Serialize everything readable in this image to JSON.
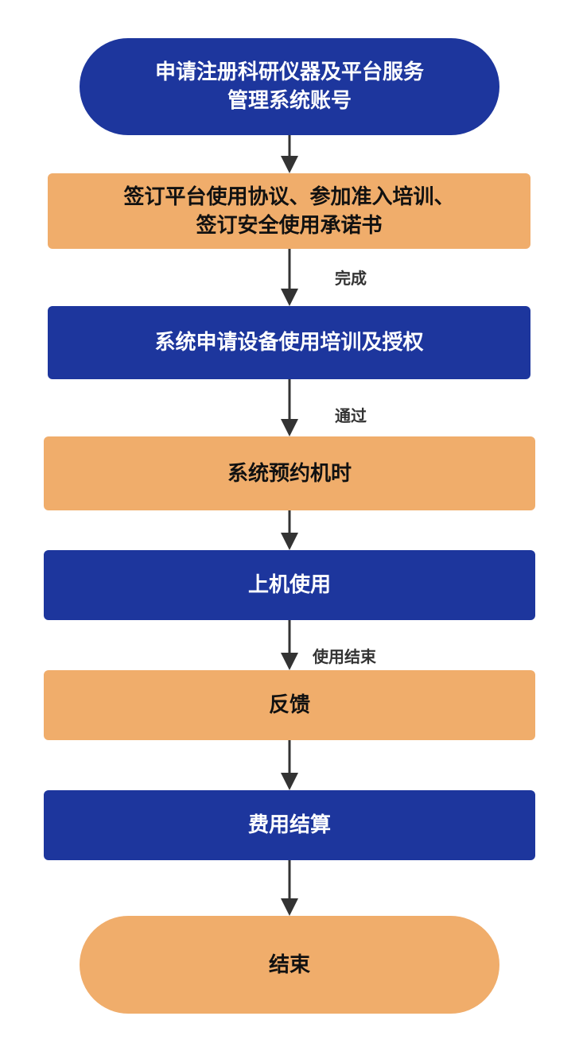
{
  "nodes": [
    {
      "line1": "申请注册科研仪器及平台服务",
      "line2": "管理系统账号"
    },
    {
      "line1": "签订平台使用协议、参加准入培训、",
      "line2": "签订安全使用承诺书"
    },
    {
      "text": "系统申请设备使用培训及授权"
    },
    {
      "text": "系统预约机时"
    },
    {
      "text": "上机使用"
    },
    {
      "text": "反馈"
    },
    {
      "text": "费用结算"
    },
    {
      "text": "结束"
    }
  ],
  "edge_labels": {
    "complete": "完成",
    "pass": "通过",
    "use_end": "使用结束"
  },
  "colors": {
    "blue": "#1d369d",
    "orange": "#f0ad6b",
    "arrow": "#333333"
  }
}
